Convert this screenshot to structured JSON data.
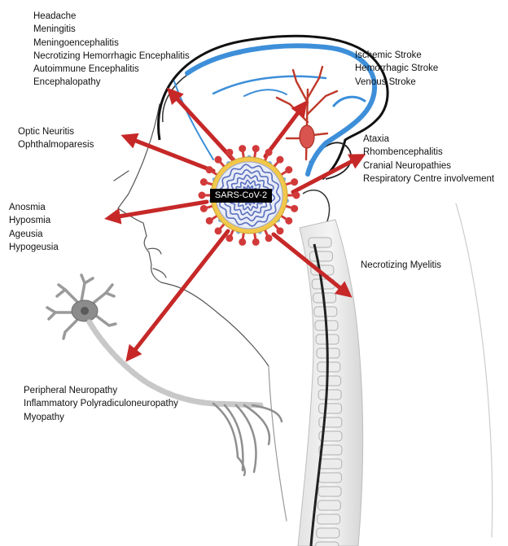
{
  "virus": {
    "label": "SARS-CoV-2"
  },
  "groups": [
    {
      "id": "cns-inflammatory",
      "items": [
        "Headache",
        "Meningitis",
        "Meningoencephalitis",
        "Necrotizing Hemorrhagic Encephalitis",
        "Autoimmune Encephalitis",
        "Encephalopathy"
      ]
    },
    {
      "id": "cerebrovascular",
      "items": [
        "Ischemic Stroke",
        "Hemorrhagic Stroke",
        "Venous Stroke"
      ]
    },
    {
      "id": "ocular",
      "items": [
        "Optic Neuritis",
        "Ophthalmoparesis"
      ]
    },
    {
      "id": "brainstem",
      "items": [
        "Ataxia",
        "Rhombencephalitis",
        "Cranial Neuropathies",
        "Respiratory Centre involvement"
      ]
    },
    {
      "id": "olfactory-gustatory",
      "items": [
        "Anosmia",
        "Hyposmia",
        "Ageusia",
        "Hypogeusia"
      ]
    },
    {
      "id": "spinal",
      "items": [
        "Necrotizing Myelitis"
      ]
    },
    {
      "id": "peripheral",
      "items": [
        "Peripheral Neuropathy",
        "Inflammatory Polyradiculoneuropathy",
        "Myopathy"
      ]
    }
  ],
  "colors": {
    "arrow": "#c62828",
    "vessel": "#3d8fd9",
    "artery": "#c0392b",
    "virus_spike": "#d23a3a",
    "virus_rna": "#5a6fbf",
    "virus_core": "#e8ecf6",
    "sketch": "#222222",
    "spine": "#cfcfcf"
  },
  "icons": [
    "virus-icon",
    "neuron-icon",
    "brain-outline-icon",
    "spine-icon",
    "head-profile-icon"
  ]
}
